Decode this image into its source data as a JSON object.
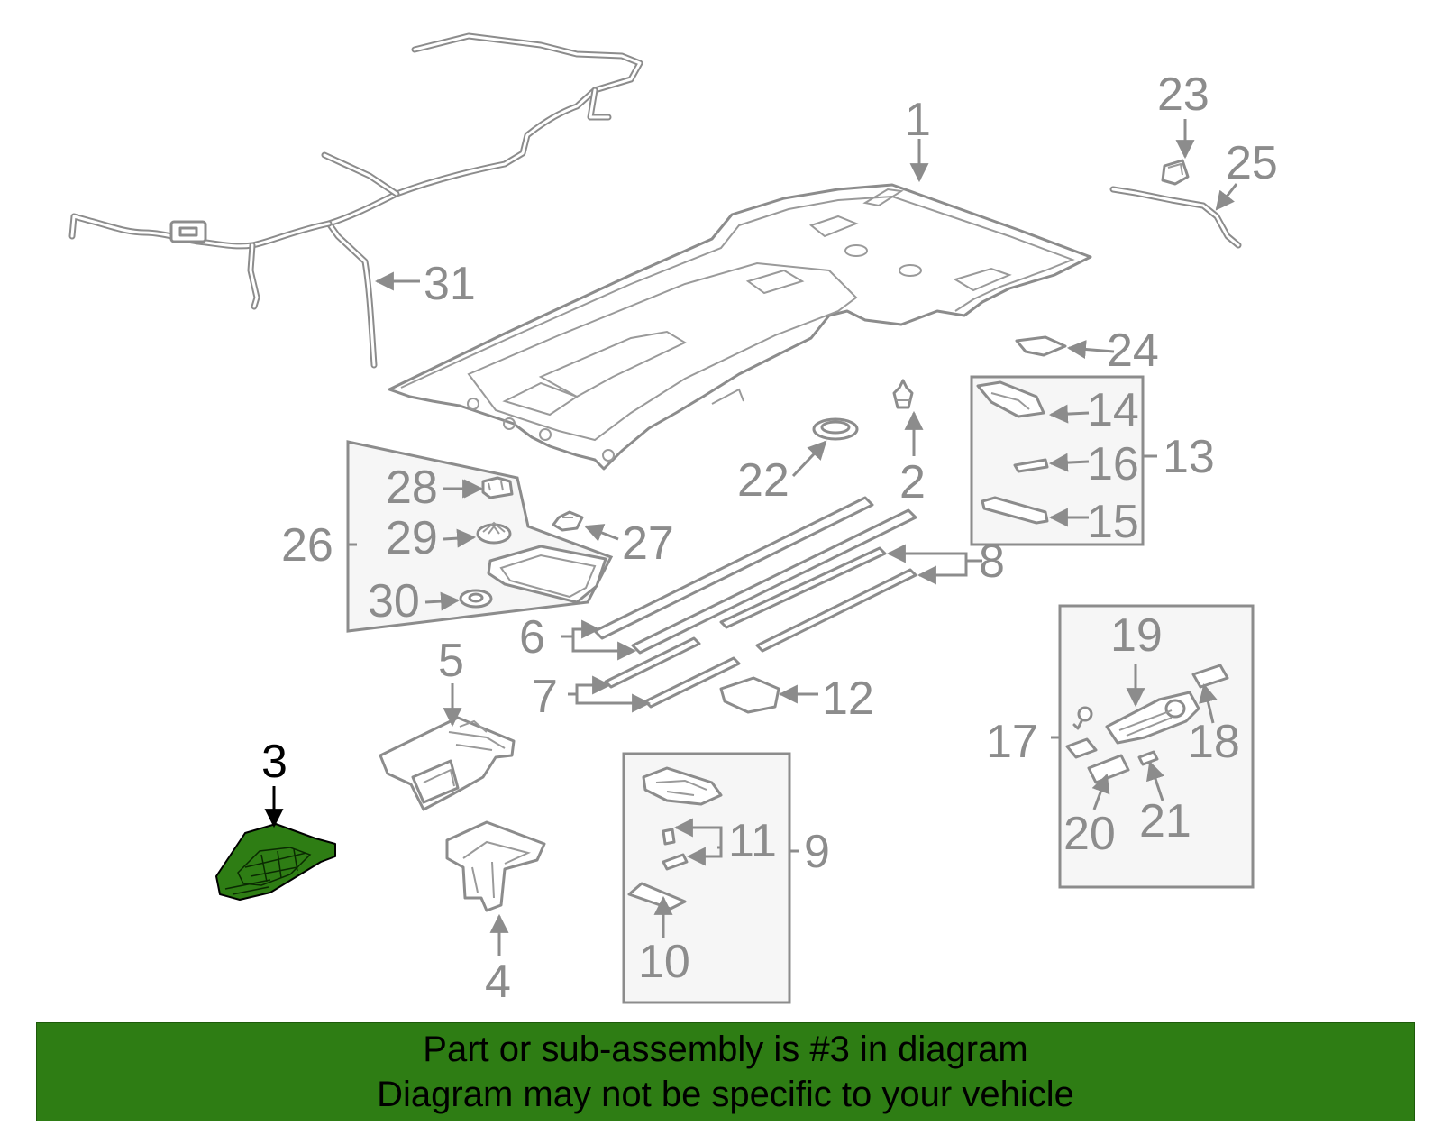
{
  "highlighted_part": "3",
  "colors": {
    "banner_background": "#2e7d14",
    "highlight_part": "#2e7d14",
    "line_art": "#8c8c8c",
    "callout_default": "#8c8c8c",
    "callout_active": "#000000"
  },
  "callouts": {
    "c1": "1",
    "c2": "2",
    "c3": "3",
    "c4": "4",
    "c5": "5",
    "c6": "6",
    "c7": "7",
    "c8": "8",
    "c9": "9",
    "c10": "10",
    "c11": "11",
    "c12": "12",
    "c13": "13",
    "c14": "14",
    "c15": "15",
    "c16": "16",
    "c17": "17",
    "c18": "18",
    "c19": "19",
    "c20": "20",
    "c21": "21",
    "c22": "22",
    "c23": "23",
    "c24": "24",
    "c25": "25",
    "c26": "26",
    "c27": "27",
    "c28": "28",
    "c29": "29",
    "c30": "30",
    "c31": "31"
  },
  "banner": {
    "line1": "Part or sub-assembly is #3 in diagram",
    "line2": "Diagram may not be specific to your vehicle"
  }
}
